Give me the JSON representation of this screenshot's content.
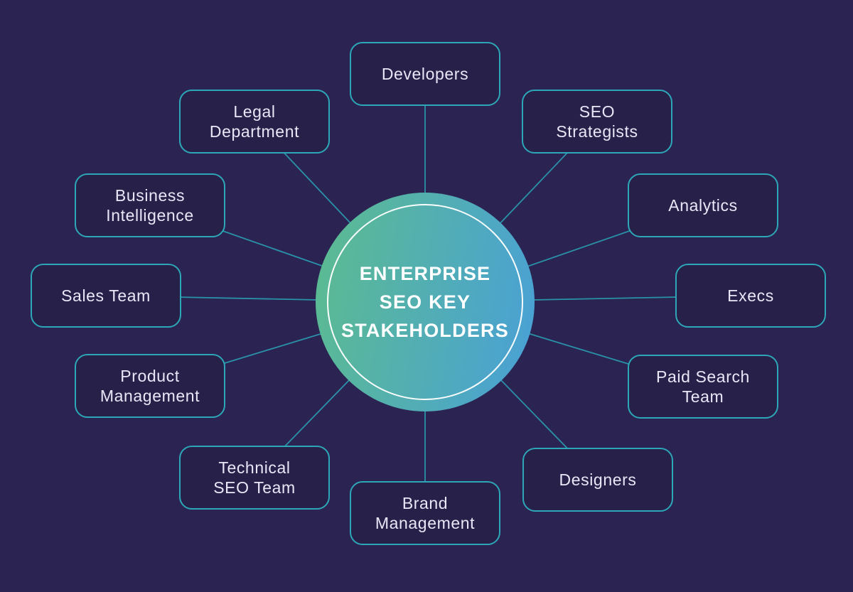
{
  "diagram": {
    "title": "ENTERPRISE\nSEO KEY\nSTAKEHOLDERS",
    "nodes": [
      {
        "id": "developers",
        "label": "Developers"
      },
      {
        "id": "seo-strategists",
        "label": "SEO\nStrategists"
      },
      {
        "id": "analytics",
        "label": "Analytics"
      },
      {
        "id": "execs",
        "label": "Execs"
      },
      {
        "id": "paid-search-team",
        "label": "Paid Search\nTeam"
      },
      {
        "id": "designers",
        "label": "Designers"
      },
      {
        "id": "brand-management",
        "label": "Brand\nManagement"
      },
      {
        "id": "technical-seo-team",
        "label": "Technical\nSEO Team"
      },
      {
        "id": "product-management",
        "label": "Product\nManagement"
      },
      {
        "id": "sales-team",
        "label": "Sales Team"
      },
      {
        "id": "business-intelligence",
        "label": "Business\nIntelligence"
      },
      {
        "id": "legal-department",
        "label": "Legal\nDepartment"
      }
    ],
    "colors": {
      "background": "#2b2351",
      "node_fill": "#272048",
      "node_border": "#2da7b8",
      "connector": "#2a92a8",
      "node_text": "#e9e6f7",
      "title_text": "#ffffff",
      "circle_gradient_start": "#5cbc8e",
      "circle_gradient_end": "#49a0d8"
    }
  }
}
